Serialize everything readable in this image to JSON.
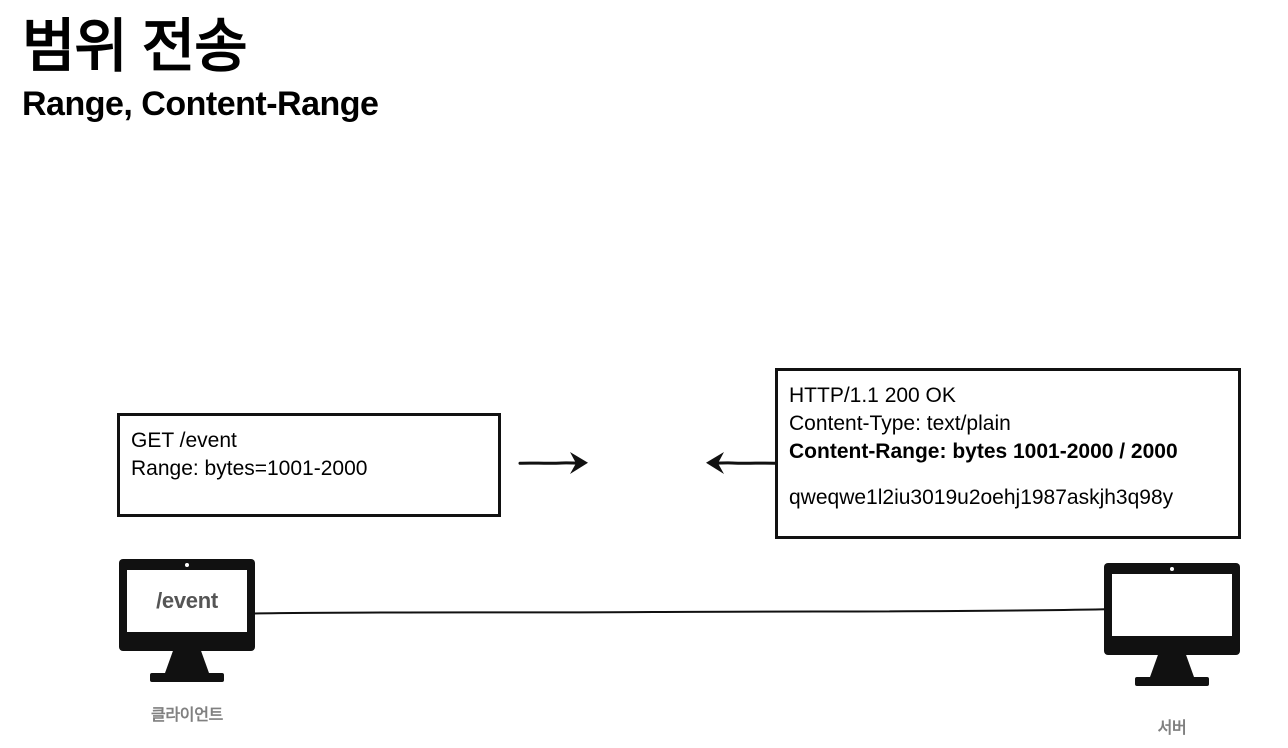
{
  "slide": {
    "title_ko": "범위 전송",
    "title_en": "Range, Content-Range"
  },
  "request_box": {
    "name": "http-request",
    "lines": [
      {
        "text": "GET /event",
        "bold": false
      },
      {
        "text": "Range: bytes=1001-2000",
        "bold": false
      }
    ]
  },
  "response_box": {
    "name": "http-response",
    "lines": [
      {
        "text": "HTTP/1.1 200 OK",
        "bold": false
      },
      {
        "text": "Content-Type: text/plain",
        "bold": false
      },
      {
        "text": "Content-Range: bytes 1001-2000 / 2000",
        "bold": true
      },
      {
        "text": "qweqwe1l2iu3019u2oehj1987askjh3q98y",
        "bold": false
      }
    ]
  },
  "arrows": {
    "request_direction": "right",
    "response_direction": "left"
  },
  "client": {
    "screen_text": "/event",
    "caption": "클라이언트"
  },
  "server": {
    "screen_text": "",
    "caption": "서버"
  },
  "colors": {
    "background": "#ffffff",
    "ink": "#000000",
    "caption_gray": "#808080",
    "screen_text_gray": "#555555"
  }
}
